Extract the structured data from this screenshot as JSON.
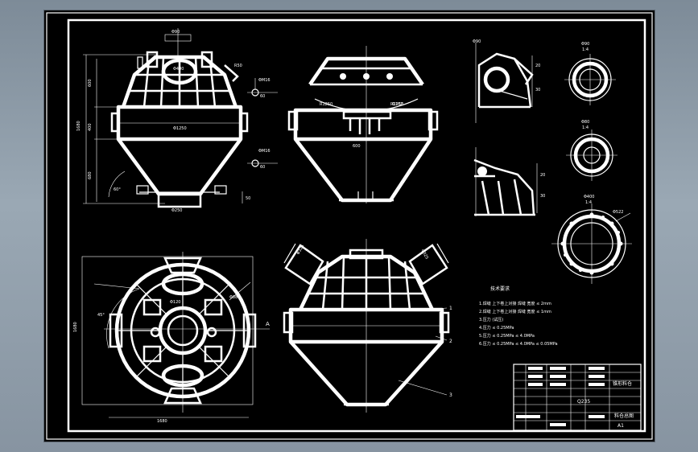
{
  "drawing": {
    "notes_heading": "技术要求",
    "notes": [
      "1.焊缝 上下卷上对接 焊缝 宽度 ≤ 2mm",
      "2.焊缝 上下卷上对接 焊缝 宽度 ≤ 1mm",
      "3.压力 (试压)",
      "4.压力 ≤ 0.25MPa",
      "5.压力 ≤ 0.25MPa  ≤ 4.0MPa",
      "6.压力 ≤ 0.25MPa  ≤ 4.0MPa  ≤ 0.05MPa"
    ],
    "callouts": [
      "1",
      "2",
      "3"
    ],
    "detail_scales": [
      "1:4",
      "1:4",
      "1:4"
    ],
    "dim_main_diameter": "Φ1250",
    "dim_overall_height": "1680",
    "dim_outlet": "Φ250",
    "dim_inlet": "Φ400",
    "dim_plan_width": "1680",
    "dim_angle": "60°",
    "section_mark": "A",
    "title_block": {
      "part_name": "锥形料仓",
      "material": "Q235",
      "drawing_no": "料仓总图",
      "sheet_size": "A1"
    }
  },
  "colors": {
    "outer_bg": "#8d9aa7",
    "sheet_bg": "#000000",
    "line": "#ffffff"
  }
}
